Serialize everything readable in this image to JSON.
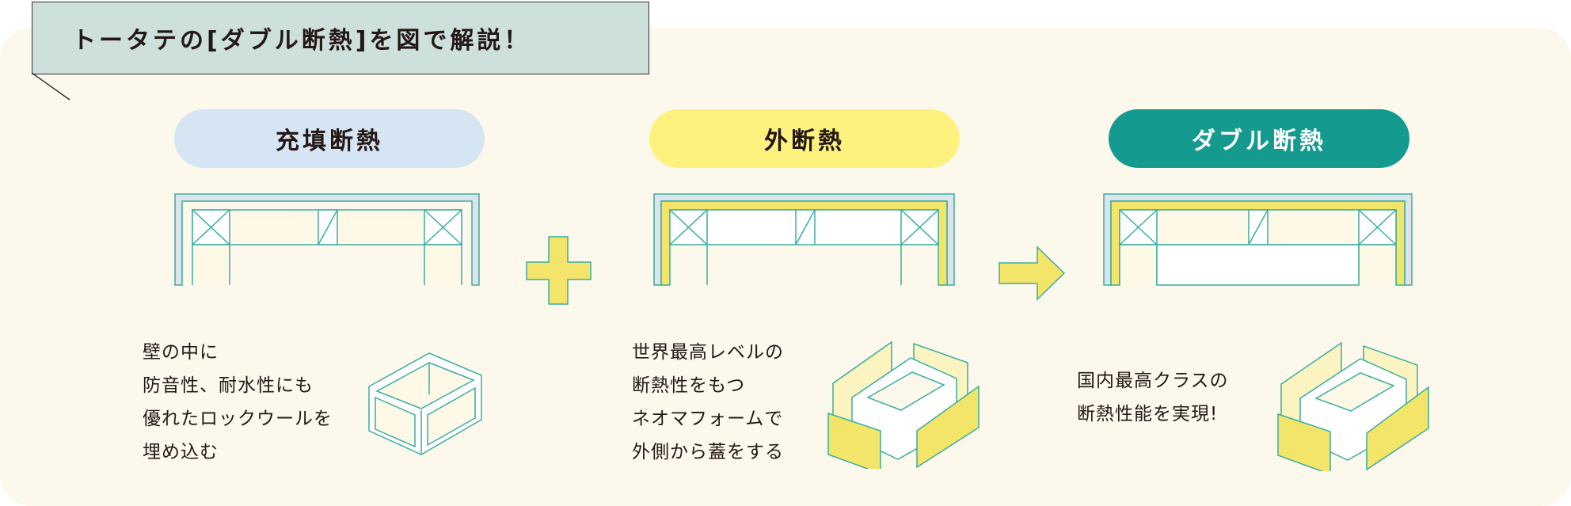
{
  "title": "トータテの[ダブル断熱]を図で解説！",
  "colors": {
    "bg": "#fcf8ec",
    "header": "#cde0dc",
    "teal": "#149a8e",
    "line": "#3aaea0",
    "yellow": "#f3e46a",
    "cream": "#fdf9e6",
    "gray": "#dce3ea"
  },
  "sections": [
    {
      "label": "充填断熱",
      "lines": [
        "壁の中に",
        "防音性、耐水性にも",
        "優れたロックウールを",
        "埋め込む"
      ]
    },
    {
      "label": "外断熱",
      "lines": [
        "世界最高レベルの",
        "断熱性をもつ",
        "ネオマフォームで",
        "外側から蓋をする"
      ]
    },
    {
      "label": "ダブル断熱",
      "lines": [
        "国内最高クラスの",
        "断熱性能を実現!"
      ]
    }
  ]
}
